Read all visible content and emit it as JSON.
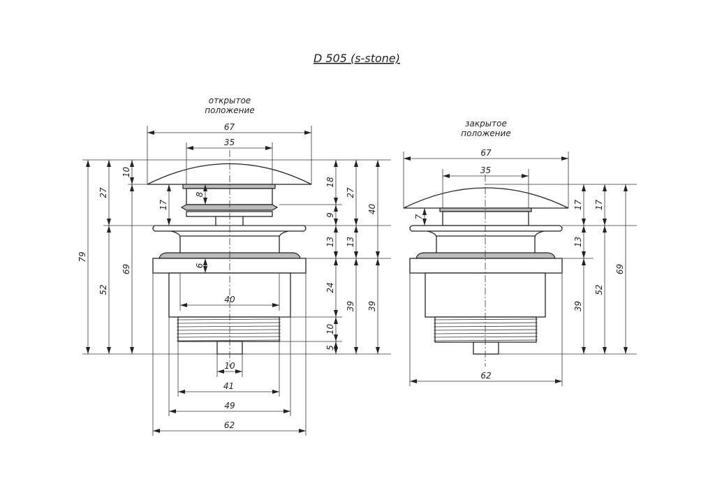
{
  "title": "D 505 (s-stone)",
  "open_view": {
    "caption_line1": "открытое",
    "caption_line2": "положение",
    "dims": [
      "67",
      "35",
      "79",
      "27",
      "52",
      "10",
      "69",
      "17",
      "8",
      "6",
      "18",
      "9",
      "13",
      "24",
      "10",
      "5",
      "27",
      "13",
      "39",
      "40",
      "39",
      "40",
      "10",
      "41",
      "49",
      "62"
    ]
  },
  "closed_view": {
    "caption_line1": "закрытое",
    "caption_line2": "положение",
    "dims": [
      "67",
      "35",
      "7",
      "17",
      "13",
      "39",
      "17",
      "52",
      "69",
      "62"
    ]
  }
}
